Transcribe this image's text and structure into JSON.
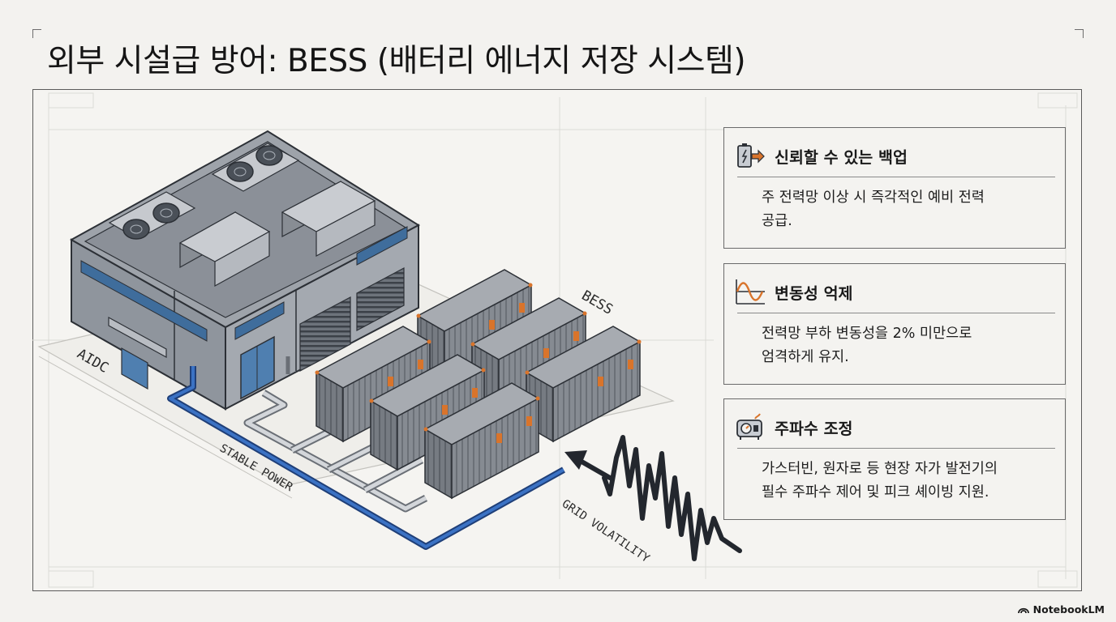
{
  "title": "외부 시설급 방어: BESS (배터리 에너지 저장 시스템)",
  "labels": {
    "aidc": "AIDC",
    "bess": "BESS",
    "stable_power": "STABLE POWER",
    "grid_volatility": "GRID VOLATILITY"
  },
  "cards": [
    {
      "icon": "battery-backup-icon",
      "title": "신뢰할 수 있는 백업",
      "line1": "주 전력망 이상 시 즉각적인 예비 전력",
      "line2": "공급."
    },
    {
      "icon": "sine-wave-icon",
      "title": "변동성 억제",
      "line1": "전력망 부하 변동성을 2% 미만으로",
      "line2": "엄격하게 유지."
    },
    {
      "icon": "generator-icon",
      "title": "주파수 조정",
      "line1": "가스터빈, 원자로 등 현장 자가 발전기의",
      "line2": "필수 주파수 제어 및 피크 셰이빙 지원."
    }
  ],
  "brand": "NotebookLM",
  "colors": {
    "background": "#f3f2ef",
    "building": "#8f959d",
    "container": "#858a91",
    "stable_power_line": "#2f5fa7",
    "accent_orange": "#d9742b",
    "wave": "#2a2f37"
  }
}
